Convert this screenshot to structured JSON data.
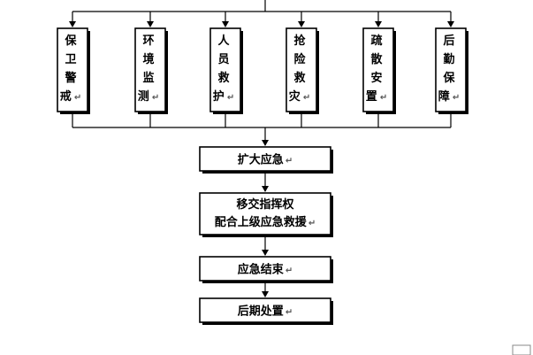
{
  "paragraph_mark": "↵",
  "teams": [
    {
      "label": "保卫警戒"
    },
    {
      "label": "环境监测"
    },
    {
      "label": "人员救护"
    },
    {
      "label": "抢险救灾"
    },
    {
      "label": "疏散安置"
    },
    {
      "label": "后勤保障"
    }
  ],
  "steps": [
    {
      "lines": [
        "扩大应急"
      ]
    },
    {
      "lines": [
        "移交指挥权",
        "配合上级应急救援"
      ]
    },
    {
      "lines": [
        "应急结束"
      ]
    },
    {
      "lines": [
        "后期处置"
      ]
    }
  ]
}
